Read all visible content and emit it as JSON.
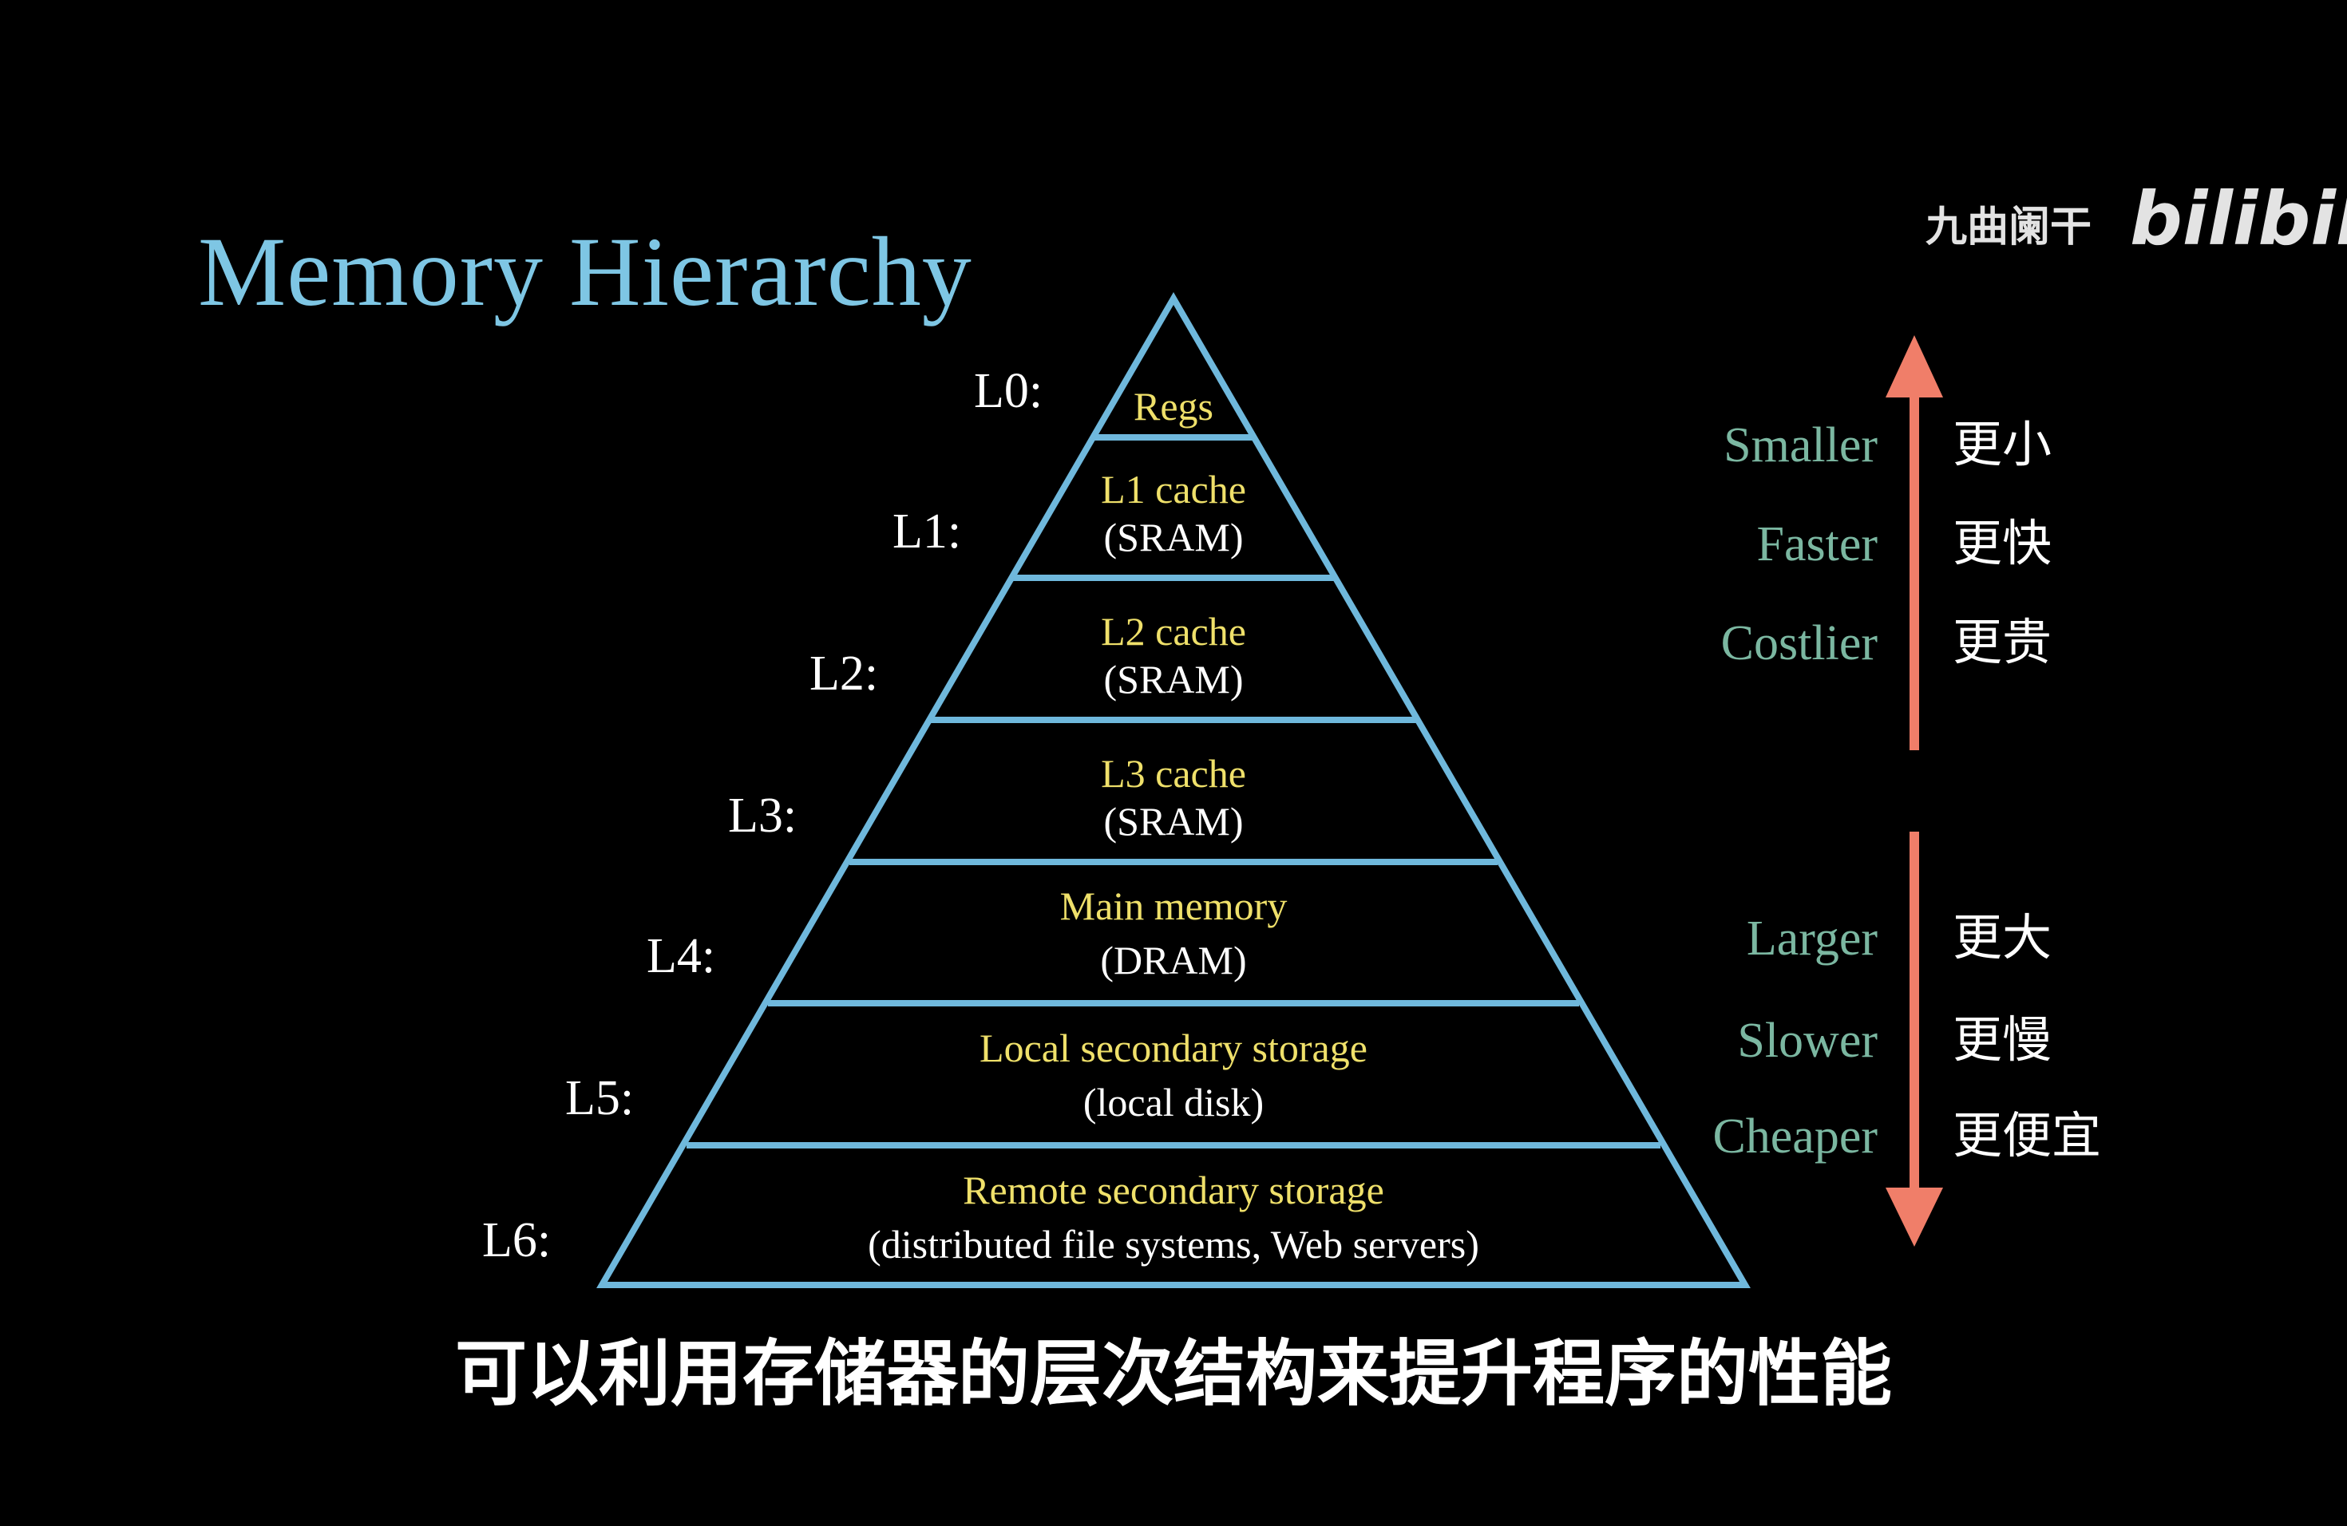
{
  "title": "Memory Hierarchy",
  "watermark": {
    "channel": "九曲阑干",
    "logo": "bilibili"
  },
  "levels": [
    {
      "label": "L0:",
      "line1": "Regs",
      "line2": ""
    },
    {
      "label": "L1:",
      "line1": "L1 cache",
      "line2": "(SRAM)"
    },
    {
      "label": "L2:",
      "line1": "L2 cache",
      "line2": "(SRAM)"
    },
    {
      "label": "L3:",
      "line1": "L3 cache",
      "line2": "(SRAM)"
    },
    {
      "label": "L4:",
      "line1": "Main memory",
      "line2": "(DRAM)"
    },
    {
      "label": "L5:",
      "line1": "Local secondary storage",
      "line2": "(local disk)"
    },
    {
      "label": "L6:",
      "line1": "Remote secondary storage",
      "line2": "(distributed file systems, Web servers)"
    }
  ],
  "top_attributes": [
    {
      "en": "Smaller",
      "zh": "更小"
    },
    {
      "en": "Faster",
      "zh": "更快"
    },
    {
      "en": "Costlier",
      "zh": "更贵"
    }
  ],
  "bottom_attributes": [
    {
      "en": "Larger",
      "zh": "更大"
    },
    {
      "en": "Slower",
      "zh": "更慢"
    },
    {
      "en": "Cheaper",
      "zh": "更便宜"
    }
  ],
  "subtitle": "可以利用存储器的层次结构来提升程序的性能",
  "colors": {
    "background": "#000000",
    "title": "#7ec6e4",
    "pyramid_stroke": "#6fb8dc",
    "tier_primary": "#efe06a",
    "tier_secondary": "#ffffff",
    "attribute_en": "#7bb7a1",
    "arrow": "#f07e69"
  }
}
